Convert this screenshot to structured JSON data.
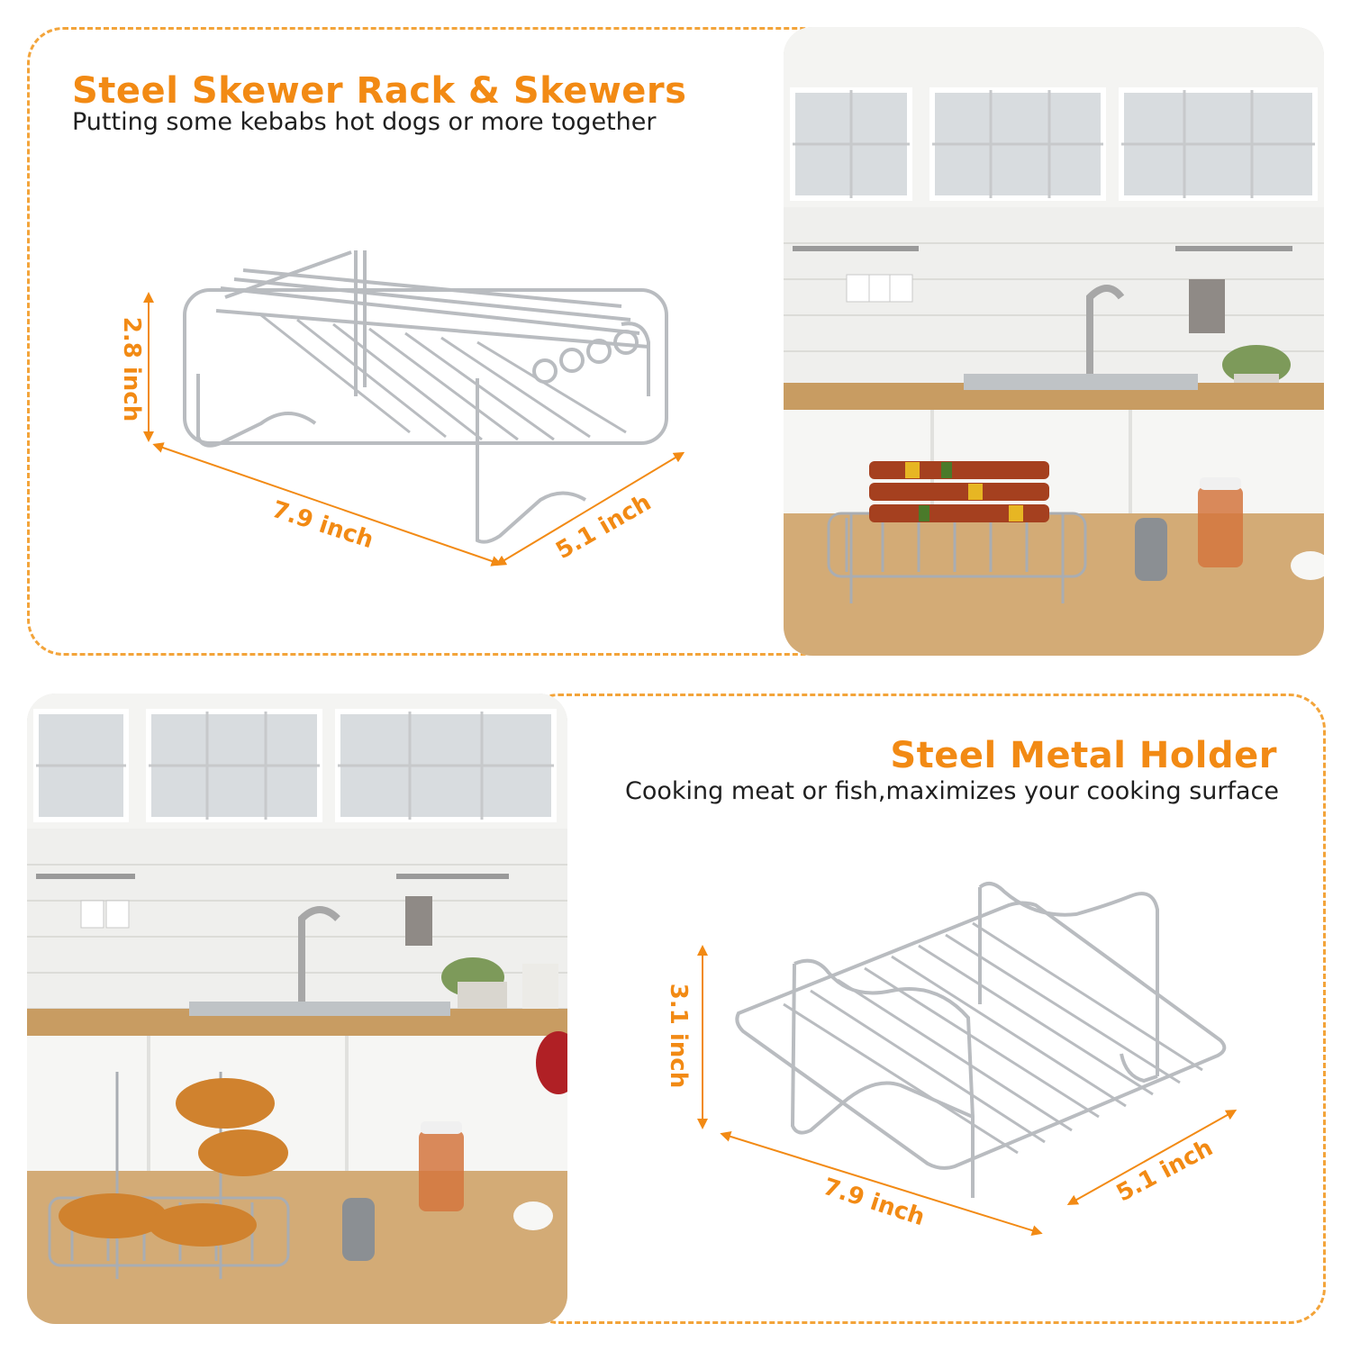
{
  "colors": {
    "accent": "#f28a14",
    "frame": "#f3a43a",
    "text": "#1f1f1f",
    "steel": "#b9bcc0"
  },
  "sections": [
    {
      "title": "Steel Skewer Rack & Skewers",
      "subtitle": "Putting some kebabs hot dogs or more together",
      "dimensions": {
        "height": "2.8 inch",
        "width": "7.9 inch",
        "depth": "5.1 inch"
      },
      "photo": "kitchen-counter-with-skewer-rack-and-kebabs"
    },
    {
      "title": "Steel Metal Holder",
      "subtitle": "Cooking meat or fish,maximizes your cooking surface",
      "dimensions": {
        "height": "3.1 inch",
        "width": "7.9 inch",
        "depth": "5.1 inch"
      },
      "photo": "kitchen-counter-with-metal-holder-and-fried-chicken"
    }
  ]
}
